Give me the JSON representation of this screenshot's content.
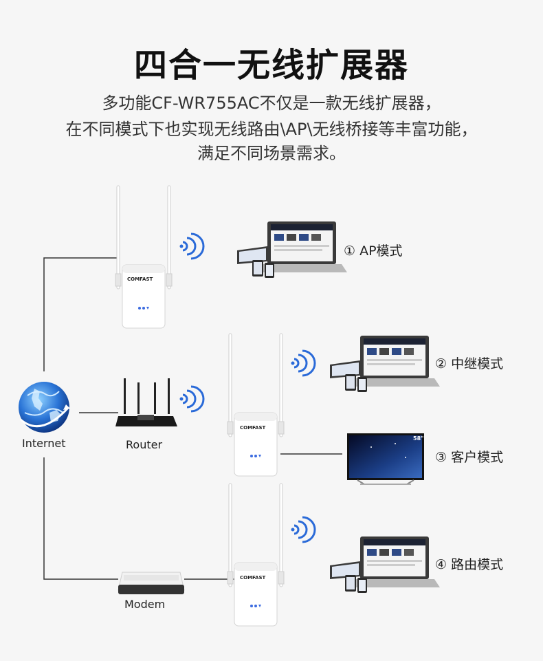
{
  "header": {
    "title": "四合一无线扩展器",
    "desc_line1": "多功能CF-WR755AC不仅是一款无线扩展器，",
    "desc_line2": "在不同模式下也实现无线路由\\AP\\无线桥接等丰富功能，",
    "desc_line3": "满足不同场景需求。"
  },
  "devices": {
    "internet": "Internet",
    "router": "Router",
    "modem": "Modem",
    "brand": "COMFAST",
    "tv_badge": "58\""
  },
  "modes": [
    {
      "label": "① AP模式"
    },
    {
      "label": "② 中继模式"
    },
    {
      "label": "③ 客户模式"
    },
    {
      "label": "④ 路由模式"
    }
  ],
  "colors": {
    "wifi": "#2a6ad8",
    "line": "#333333",
    "globe": "#1d5fc4"
  }
}
